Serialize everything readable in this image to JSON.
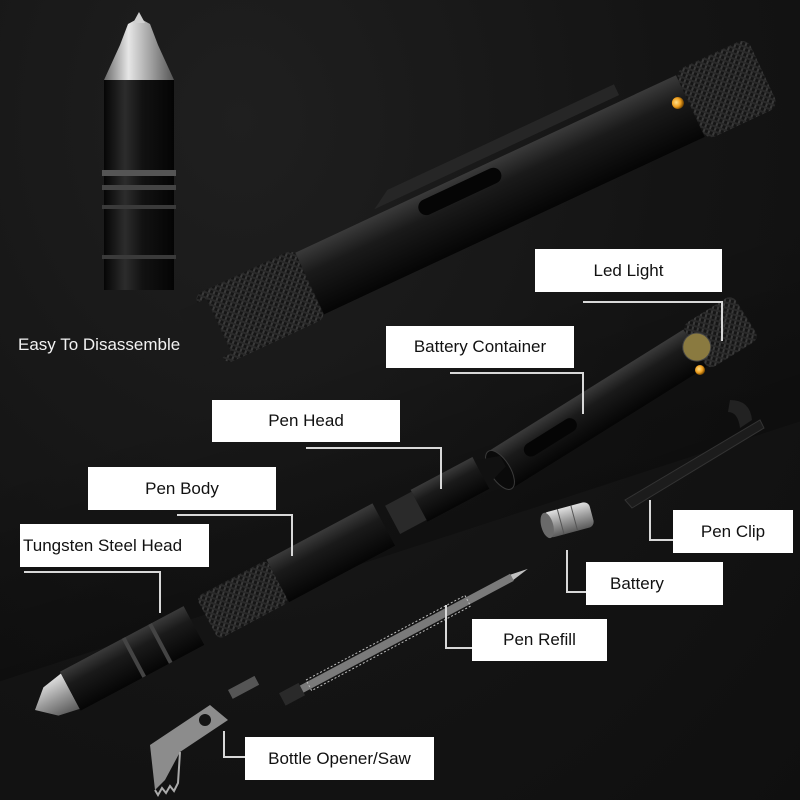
{
  "caption": {
    "text": "Easy To Disassemble"
  },
  "labels": [
    {
      "id": "led-light",
      "text": "Led Light"
    },
    {
      "id": "battery-container",
      "text": "Battery Container"
    },
    {
      "id": "pen-head",
      "text": "Pen Head"
    },
    {
      "id": "pen-body",
      "text": "Pen Body"
    },
    {
      "id": "tungsten-steel-head",
      "text": "Tungsten Steel Head"
    },
    {
      "id": "pen-clip",
      "text": "Pen Clip"
    },
    {
      "id": "battery",
      "text": "Battery"
    },
    {
      "id": "pen-refill",
      "text": "Pen Refill"
    },
    {
      "id": "bottle-opener-saw",
      "text": "Bottle Opener/Saw"
    }
  ],
  "colors": {
    "background": "#141414",
    "label_bg": "#ffffff",
    "label_text": "#111111",
    "caption_text": "#f2f2f2",
    "connector": "#d8d8d8",
    "led_amber": "#f0a020",
    "steel": "#b8b8b8"
  }
}
